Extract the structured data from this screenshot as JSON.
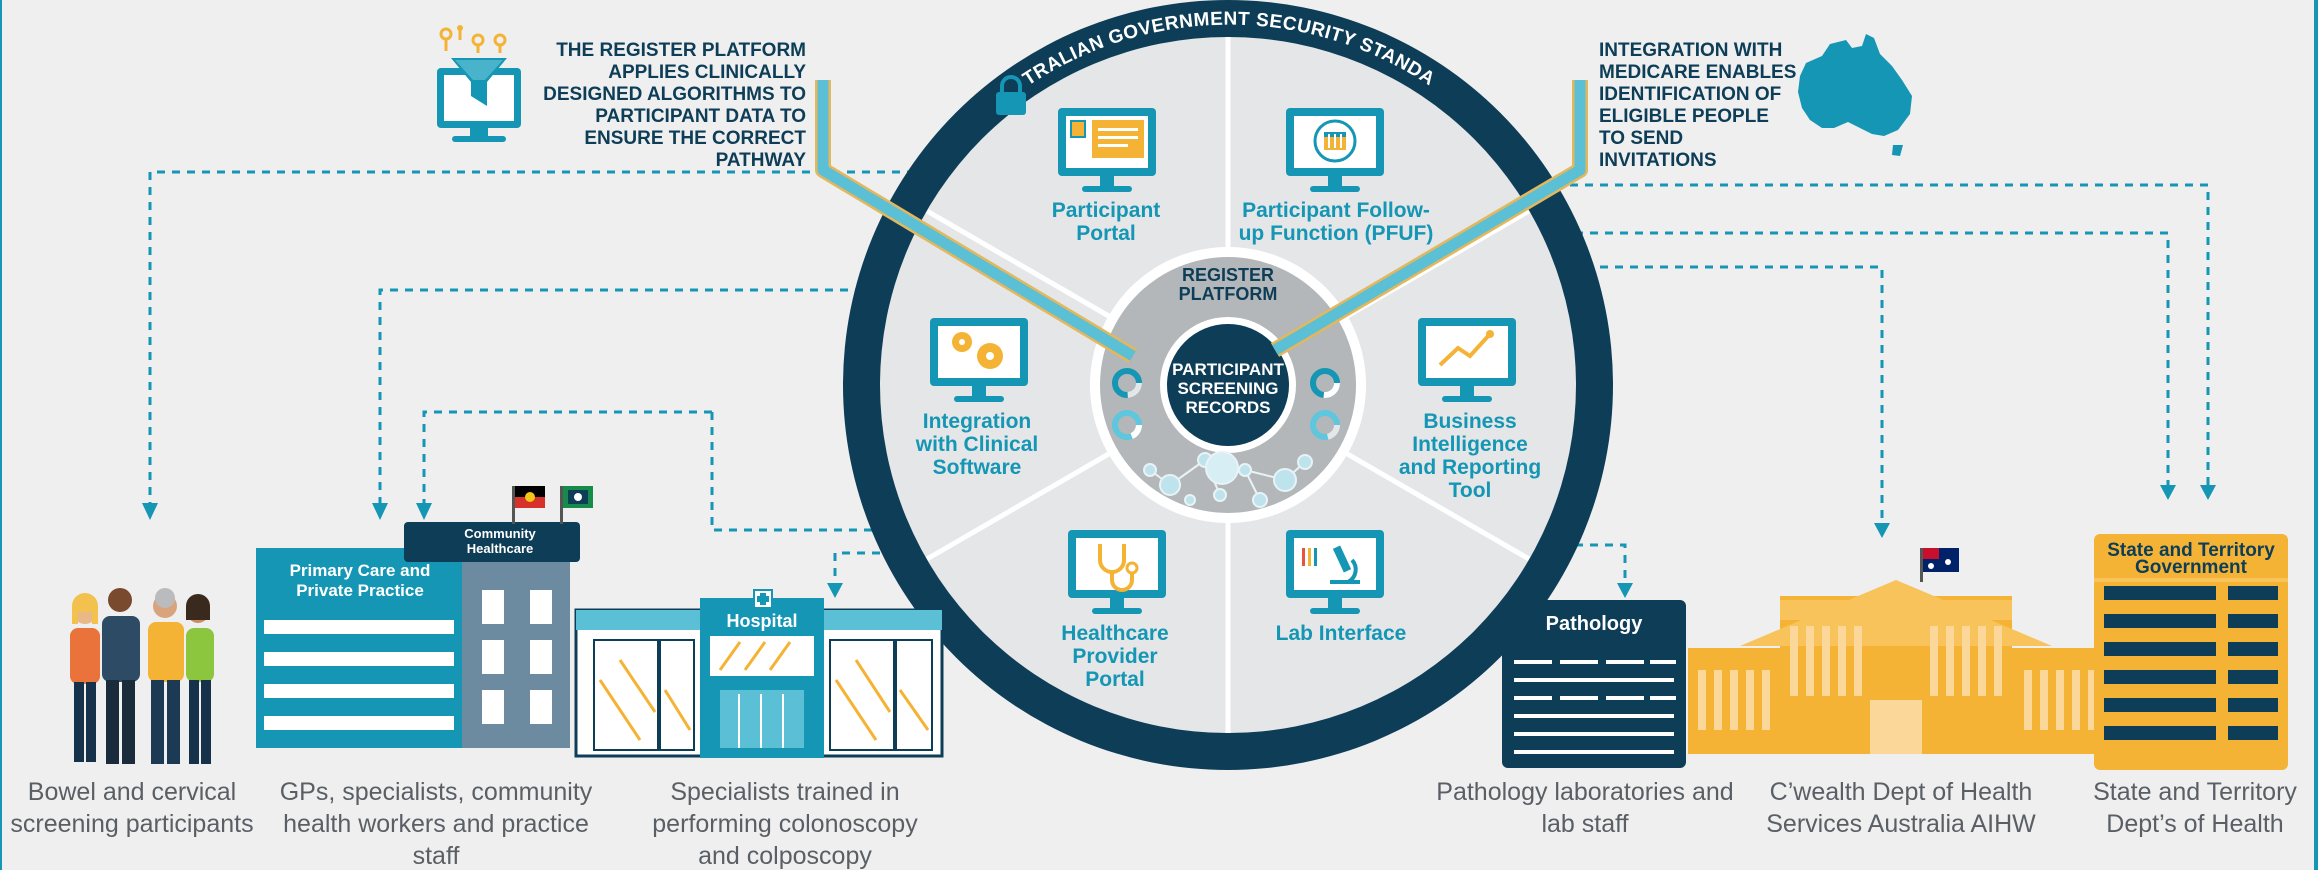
{
  "ring": {
    "title": "AUSTRALIAN GOVERNMENT SECURITY STANDARDS",
    "center_header": "REGISTER PLATFORM",
    "center_core": "PARTICIPANT SCREENING RECORDS"
  },
  "segments": {
    "participant_portal": "Participant Portal",
    "pfuf": "Participant Follow-up Function (PFUF)",
    "integration": "Integration with Clinical Software",
    "business_intelligence": "Business Intelligence and Reporting Tool",
    "healthcare_provider_portal": "Healthcare Provider Portal",
    "lab_interface": "Lab Interface"
  },
  "callouts": {
    "algorithms": "THE REGISTER PLATFORM APPLIES CLINICALLY DESIGNED ALGORITHMS TO PARTICIPANT DATA TO ENSURE THE CORRECT PATHWAY",
    "medicare": "INTEGRATION WITH MEDICARE ENABLES IDENTIFICATION OF ELIGIBLE PEOPLE TO SEND INVITATIONS"
  },
  "buildings": {
    "primary_care": "Primary Care and Private Practice",
    "community_healthcare": "Community Healthcare",
    "hospital": "Hospital",
    "pathology": "Pathology",
    "state_gov": "State and Territory Government"
  },
  "captions": {
    "participants": "Bowel and cervical screening participants",
    "gps": "GPs, specialists, community health workers and practice staff",
    "specialists": "Specialists trained in performing colonoscopy and colposcopy",
    "pathology": "Pathology laboratories and lab staff",
    "cwealth": "C’wealth Dept of Health Services Australia AIHW",
    "state": "State and Territory Dept’s of Health"
  },
  "icons": [
    "funnel-computer-icon",
    "australia-map-icon",
    "lock-icon",
    "portal-monitor-icon",
    "calendar-monitor-icon",
    "gears-monitor-icon",
    "chart-monitor-icon",
    "stethoscope-monitor-icon",
    "microscope-monitor-icon"
  ],
  "colors": {
    "navy": "#0d3d57",
    "teal": "#1496b4",
    "gold": "#f5b335",
    "background": "#efefef"
  }
}
